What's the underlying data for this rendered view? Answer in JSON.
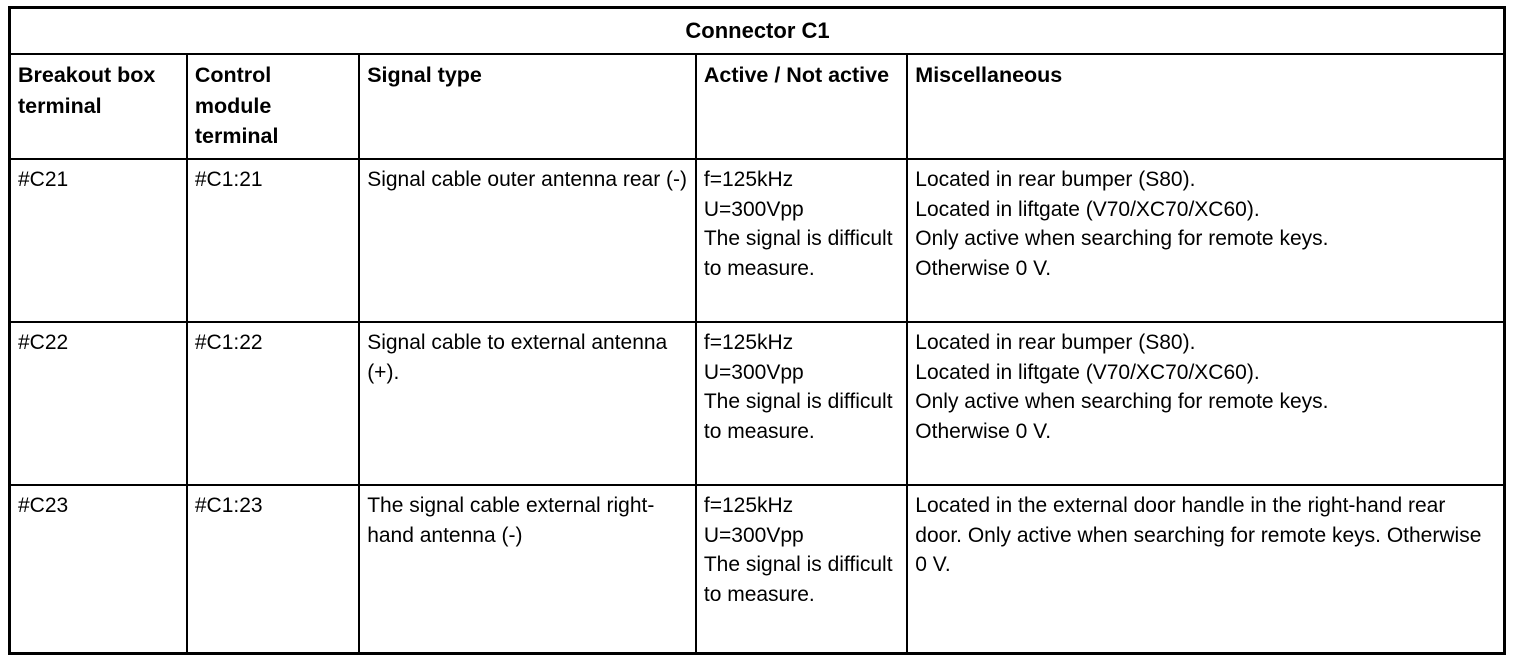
{
  "table": {
    "title": "Connector C1",
    "columns": [
      {
        "key": "breakout_terminal",
        "label": "Breakout box terminal"
      },
      {
        "key": "module_terminal",
        "label": "Control module terminal"
      },
      {
        "key": "signal_type",
        "label": "Signal type"
      },
      {
        "key": "active_not_active",
        "label": "Active / Not active"
      },
      {
        "key": "miscellaneous",
        "label": "Miscellaneous"
      }
    ],
    "rows": [
      {
        "breakout_terminal": "#C21",
        "module_terminal": "#C1:21",
        "signal_type": "Signal cable outer antenna rear (-)",
        "active_not_active": "f=125kHz\nU=300Vpp\nThe signal is difficult to measure.",
        "miscellaneous": "Located in rear bumper (S80).\nLocated in liftgate (V70/XC70/XC60).\nOnly active when searching for remote keys.\nOtherwise 0 V."
      },
      {
        "breakout_terminal": "#C22",
        "module_terminal": "#C1:22",
        "signal_type": "Signal cable to external antenna (+).",
        "active_not_active": "f=125kHz\nU=300Vpp\nThe signal is difficult to measure.",
        "miscellaneous": "Located in rear bumper (S80).\nLocated in liftgate (V70/XC70/XC60).\nOnly active when searching for remote keys.\nOtherwise 0 V."
      },
      {
        "breakout_terminal": "#C23",
        "module_terminal": "#C1:23",
        "signal_type": "The signal cable external right-hand antenna (-)",
        "active_not_active": "f=125kHz\nU=300Vpp\nThe signal is difficult to measure.",
        "miscellaneous": "Located in the external door handle in the right-hand rear door. Only active when searching for remote keys. Otherwise 0 V."
      }
    ]
  },
  "colors": {
    "border": "#000000",
    "text": "#000000",
    "background": "#ffffff"
  }
}
